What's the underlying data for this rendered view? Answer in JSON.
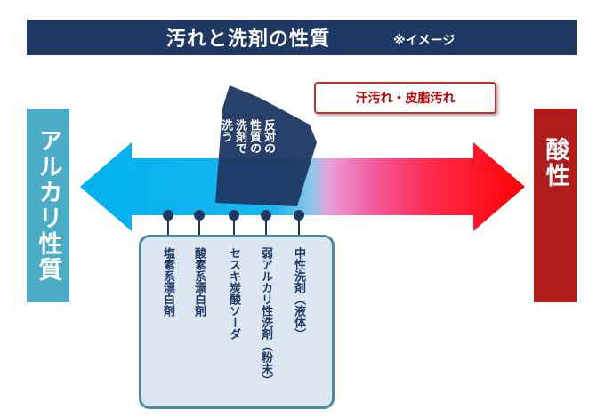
{
  "header": {
    "title": "汚れと洗剤の性質",
    "note": "※イメージ"
  },
  "scale": {
    "alkaline_label": "アルカリ性質",
    "acid_label": "酸性"
  },
  "soil_label": "汗汚れ・皮脂汚れ",
  "arrow_note": {
    "line1": "反対の",
    "line2": "性質の",
    "line3": "洗剤で",
    "line4": "洗う"
  },
  "detergents": [
    "塩素系漂白剤",
    "酸素系漂白剤",
    "セスキ炭酸ソーダ",
    "弱アルカリ性洗剤（粉末）",
    "中性洗剤（液体）"
  ],
  "colors": {
    "title_bg": "#1f3864",
    "alkaline": "#00b0f0",
    "neutral": "#e8a0d8",
    "acid": "#ff0000",
    "alkaline_box": "#4bacc6",
    "acid_box": "#b01c1c",
    "soil_text": "#c00000"
  }
}
